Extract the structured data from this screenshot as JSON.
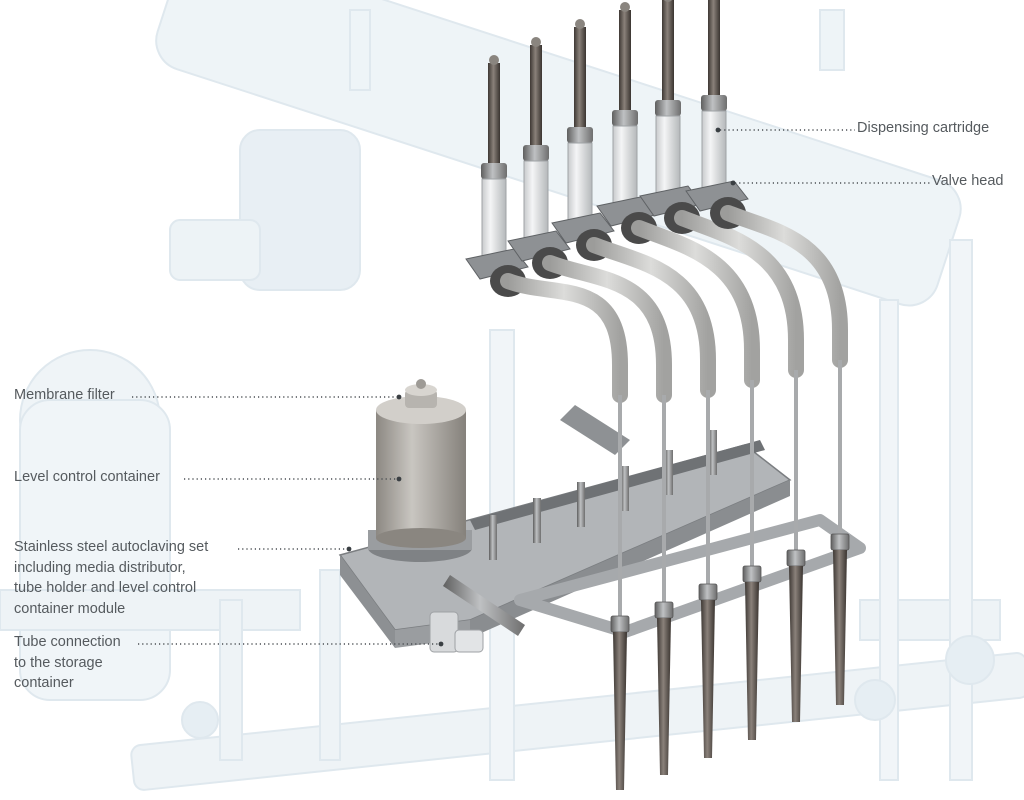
{
  "labels": {
    "dispensing_cartridge": "Dispensing cartridge",
    "valve_head": "Valve head",
    "membrane_filter": "Membrane filter",
    "level_control_container": "Level control container",
    "autoclaving_set": [
      "Stainless steel autoclaving set",
      "including media distributor,",
      "tube holder and level control",
      "container module"
    ],
    "tube_connection": [
      "Tube connection",
      "to the storage",
      "container"
    ]
  },
  "colors": {
    "background": "#ffffff",
    "ghost_machine": "#e6eef3",
    "label_text": "#555a5e",
    "leader_dots": "#4a4f53",
    "steel_dark": "#6b6b6b",
    "steel_light": "#b9bcbf",
    "nozzle_body": "#c9c9c7",
    "needle_dark": "#4a4440",
    "container_grey": "#a9a6a1"
  },
  "diagram": {
    "cartridge_count": 6,
    "needle_count": 6
  }
}
